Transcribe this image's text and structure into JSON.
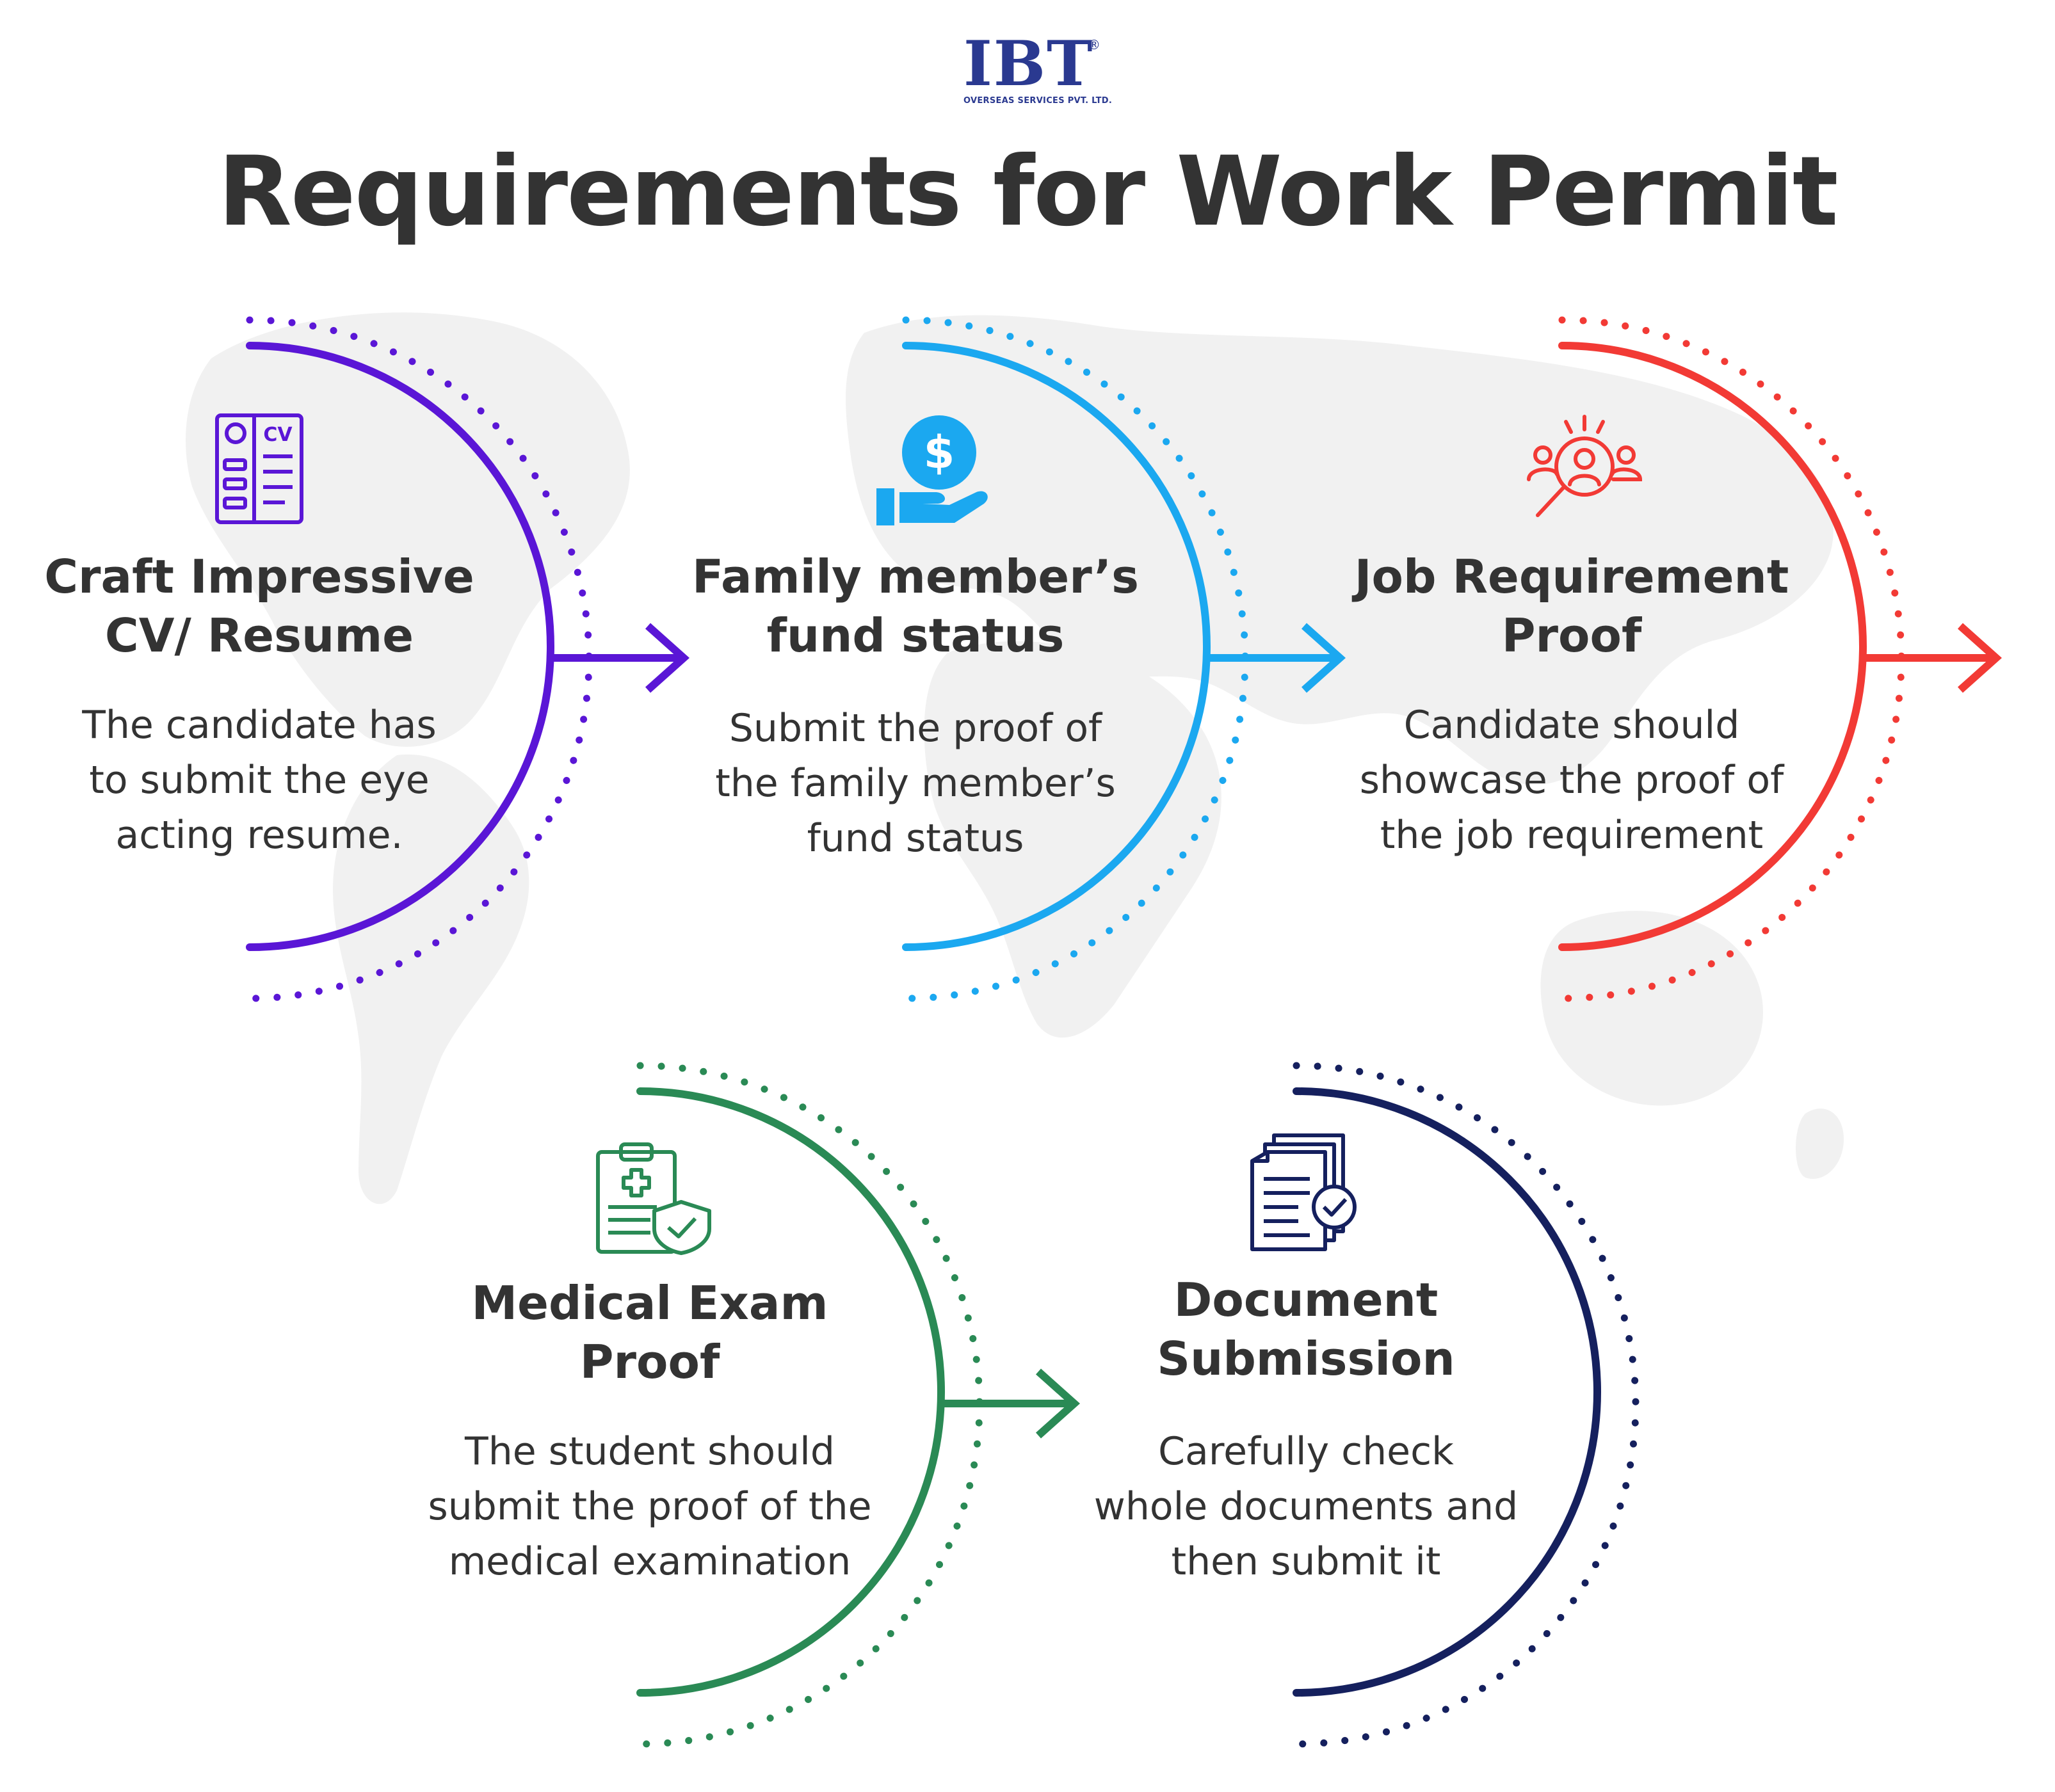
{
  "logo": {
    "main": "IBT",
    "registered": "®",
    "sub": "OVERSEAS SERVICES PVT. LTD."
  },
  "page_title": "Requirements for Work Permit",
  "steps": [
    {
      "icon": "cv-icon",
      "color": "#5a16d6",
      "title_lines": [
        "Craft Impressive",
        "CV/ Resume"
      ],
      "desc_lines": [
        "The candidate has",
        "to submit the eye",
        "acting resume."
      ]
    },
    {
      "icon": "money-hand-icon",
      "color": "#1ba8f0",
      "title_lines": [
        "Family member’s",
        "fund status"
      ],
      "desc_lines": [
        "Submit the proof of",
        "the family member’s",
        "fund status"
      ]
    },
    {
      "icon": "job-search-icon",
      "color": "#f23a35",
      "title_lines": [
        "Job Requirement",
        "Proof"
      ],
      "desc_lines": [
        "Candidate should",
        "showcase the proof of",
        "the job requirement"
      ]
    },
    {
      "icon": "medical-clipboard-icon",
      "color": "#2a8a55",
      "title_lines": [
        "Medical Exam",
        "Proof"
      ],
      "desc_lines": [
        "The student should",
        "submit the proof of the",
        "medical examination"
      ]
    },
    {
      "icon": "documents-check-icon",
      "color": "#15205e",
      "title_lines": [
        "Document",
        "Submission"
      ],
      "desc_lines": [
        "Carefully check",
        "whole documents and",
        "then submit it"
      ]
    }
  ]
}
